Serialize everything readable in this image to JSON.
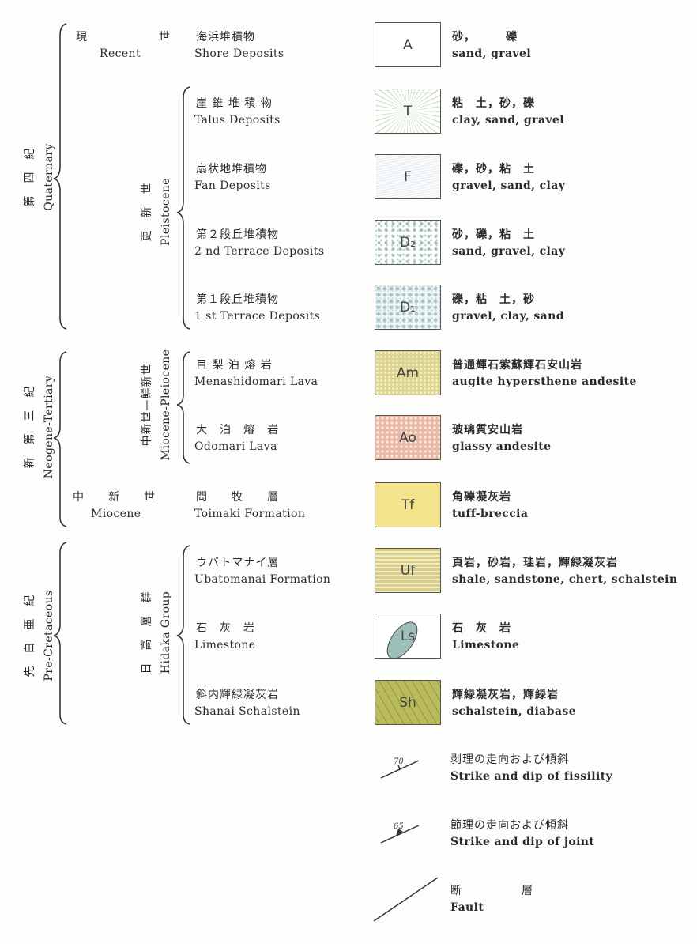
{
  "periods": [
    {
      "jp": "第　四　紀",
      "en": "Quaternary"
    },
    {
      "jp": "新　第　三　紀",
      "en": "Neogene-Tertiary"
    },
    {
      "jp": "先　白　亜　紀",
      "en": "Pre-Cretaceous"
    }
  ],
  "epochs": [
    {
      "jp": "現　　　　　　世",
      "en": "Recent"
    },
    {
      "jp": "更　新　世",
      "en": "Pleistocene"
    },
    {
      "jp": "中新世—鮮新世",
      "en": "Miocene-Pleiocene"
    },
    {
      "jp": "中　　新　　世",
      "en": "Miocene"
    },
    {
      "jp": "日　高　層　群",
      "en": "Hidaka Group"
    }
  ],
  "units": [
    {
      "jp": "海浜堆積物",
      "en": "Shore Deposits",
      "symbol": "A",
      "rock_jp": "砂，　　　礫",
      "rock_en": "sand, gravel"
    },
    {
      "jp": "崖 錐 堆 積 物",
      "en": "Talus Deposits",
      "symbol": "T",
      "rock_jp": "粘　土，砂，礫",
      "rock_en": "clay, sand, gravel"
    },
    {
      "jp": "扇状地堆積物",
      "en": "Fan Deposits",
      "symbol": "F",
      "rock_jp": "礫，砂，粘　土",
      "rock_en": "gravel, sand, clay"
    },
    {
      "jp": "第２段丘堆積物",
      "en": "2 nd Terrace Deposits",
      "symbol": "D₂",
      "rock_jp": "砂，礫，粘　土",
      "rock_en": "sand, gravel, clay"
    },
    {
      "jp": "第１段丘堆積物",
      "en": "1 st Terrace Deposits",
      "symbol": "D₁",
      "rock_jp": "礫，粘　土，砂",
      "rock_en": "gravel, clay, sand"
    },
    {
      "jp": "目 梨 泊 熔 岩",
      "en": "Menashidomari Lava",
      "symbol": "Am",
      "rock_jp": "普通輝石紫蘇輝石安山岩",
      "rock_en": "augite hypersthene andesite"
    },
    {
      "jp": "大　泊　熔　岩",
      "en": "Ōdomari Lava",
      "symbol": "Ao",
      "rock_jp": "玻璃質安山岩",
      "rock_en": "glassy andesite"
    },
    {
      "jp": "問　　牧　　層",
      "en": "Toimaki Formation",
      "symbol": "Tf",
      "rock_jp": "角礫凝灰岩",
      "rock_en": "tuff-breccia"
    },
    {
      "jp": "ウバトマナイ層",
      "en": "Ubatomanai Formation",
      "symbol": "Uf",
      "rock_jp": "頁岩，砂岩，珪岩，輝緑凝灰岩",
      "rock_en": "shale, sandstone, chert, schalstein"
    },
    {
      "jp": "石　灰　岩",
      "en": "Limestone",
      "symbol": "Ls",
      "rock_jp": "石　灰　岩",
      "rock_en": "Limestone"
    },
    {
      "jp": "斜内輝緑凝灰岩",
      "en": "Shanai Schalstein",
      "symbol": "Sh",
      "rock_jp": "輝緑凝灰岩，輝緑岩",
      "rock_en": "schalstein, diabase"
    }
  ],
  "symbols": [
    {
      "value": "70",
      "jp": "剥理の走向および傾斜",
      "en": "Strike and dip of fissility"
    },
    {
      "value": "65",
      "jp": "節理の走向および傾斜",
      "en": "Strike and dip of joint"
    },
    {
      "jp": "断　　　　　層",
      "en": "Fault"
    }
  ]
}
